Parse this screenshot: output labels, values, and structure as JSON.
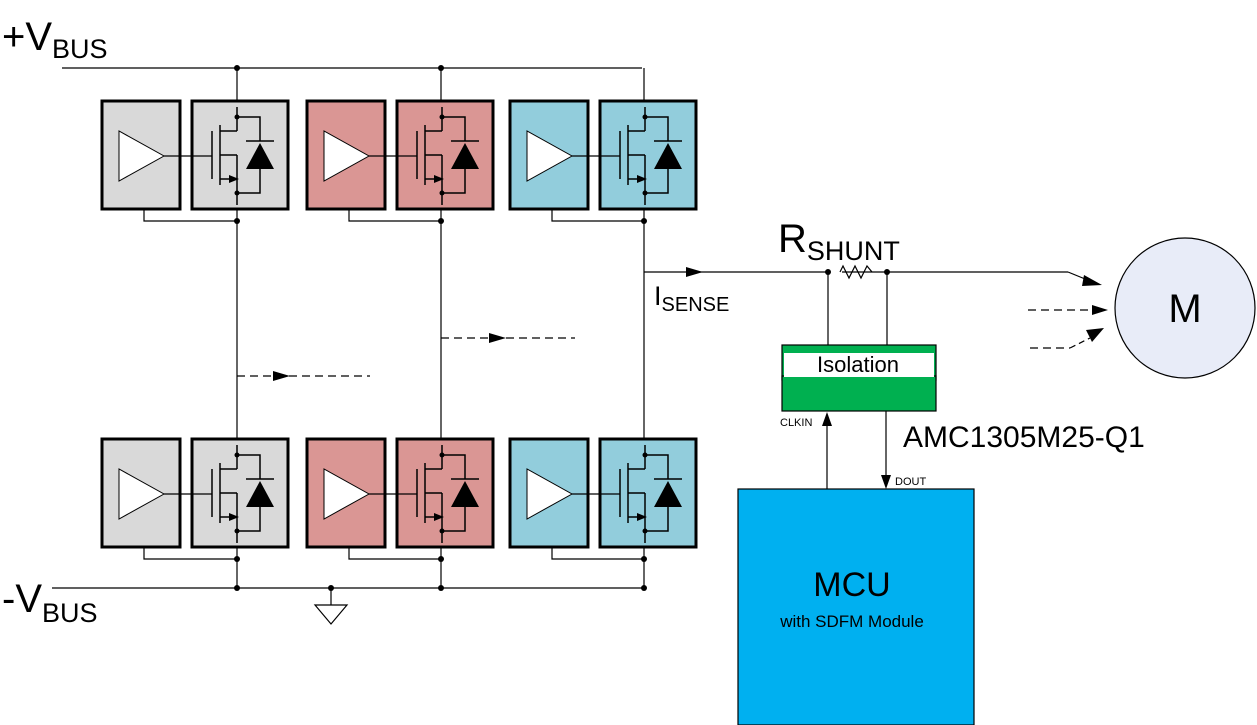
{
  "vbus_pos": {
    "prefix": "+V",
    "sub": "BUS"
  },
  "vbus_neg": {
    "prefix": "-V",
    "sub": "BUS"
  },
  "rshunt": {
    "prefix": "R",
    "sub": "SHUNT"
  },
  "isense": {
    "prefix": "I",
    "sub": "SENSE"
  },
  "isolation_label": "Isolation",
  "amc_label": "AMC1305M25-Q1",
  "clkin_label": "CLKIN",
  "dout_label": "DOUT",
  "mcu": {
    "title": "MCU",
    "subtitle": "with SDFM Module"
  },
  "motor_label": "M",
  "colors": {
    "phase_a": "#d9d9d9",
    "phase_b": "#da9694",
    "phase_c": "#92cddc",
    "isolation": "#00b050",
    "mcu": "#00b0f0",
    "motor": "#e8ecf8"
  }
}
